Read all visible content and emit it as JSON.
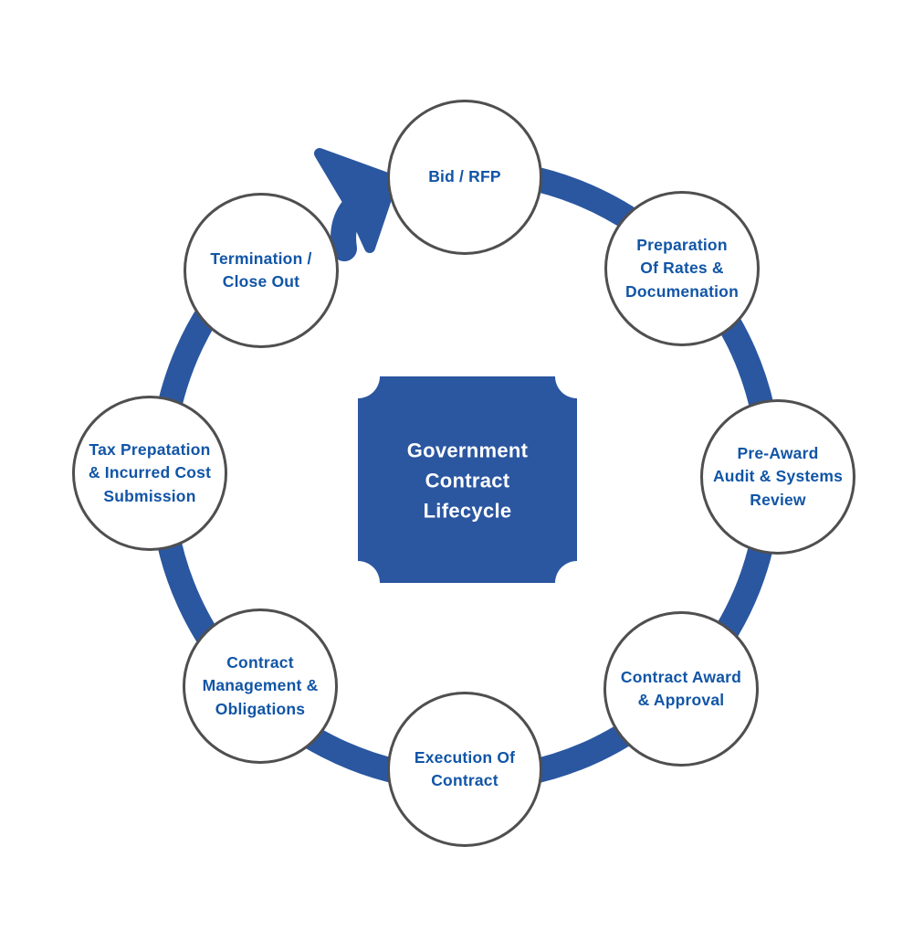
{
  "diagram": {
    "title": "Government\nContract\nLifecycle",
    "nodes": [
      {
        "id": "bid-rfp",
        "label": "Bid / RFP"
      },
      {
        "id": "preparation",
        "label": "Preparation\nOf Rates &\nDocumenation"
      },
      {
        "id": "pre-award",
        "label": "Pre-Award\nAudit & Systems\nReview"
      },
      {
        "id": "contract-award",
        "label": "Contract Award\n& Approval"
      },
      {
        "id": "execution",
        "label": "Execution Of\nContract"
      },
      {
        "id": "management",
        "label": "Contract\nManagement &\nObligations"
      },
      {
        "id": "tax-preparation",
        "label": "Tax Prepatation\n& Incurred Cost\nSubmission"
      },
      {
        "id": "termination",
        "label": "Termination /\nClose Out"
      }
    ],
    "colors": {
      "shape_blue": "#2A57A0",
      "panel_blue": "#2B56A0",
      "text_blue": "#1155A6",
      "circle_border_gray": "#4F4F51",
      "background": "#FFFFFF",
      "title_text": "#FFFFFF"
    }
  }
}
